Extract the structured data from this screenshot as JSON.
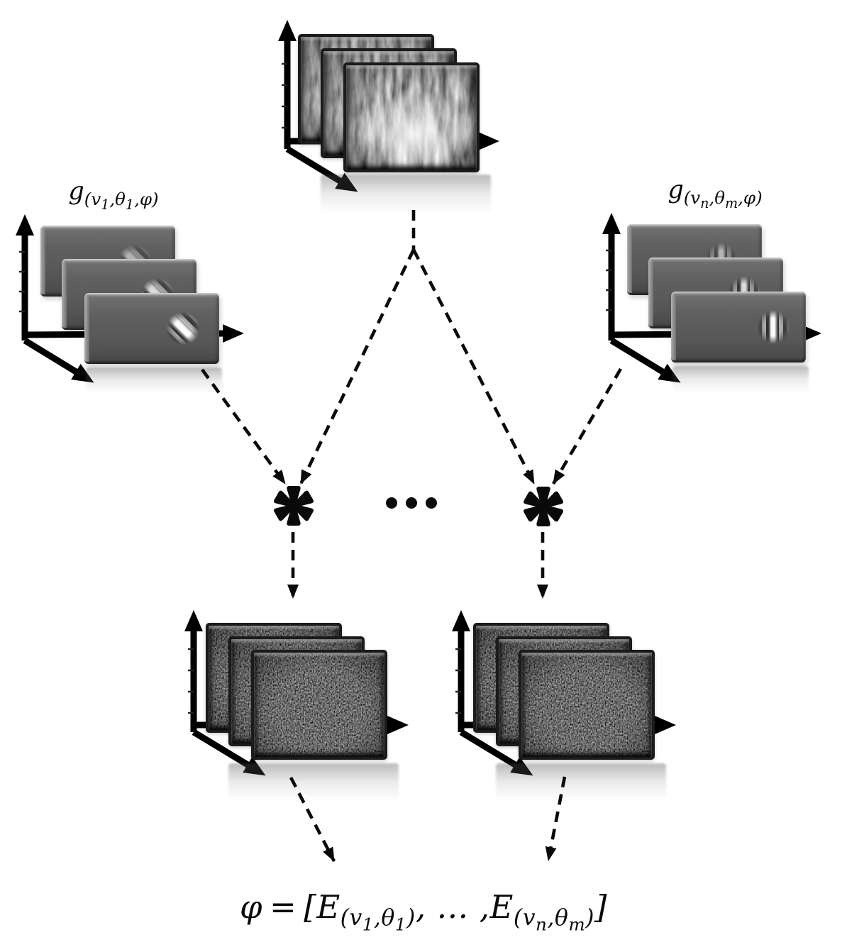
{
  "canvas": {
    "background": "#ffffff",
    "ink": "#0a0a0a"
  },
  "colors": {
    "panel_gray": "#5d5d5d",
    "frame_dark": "#161616",
    "arrow_black": "#000000"
  },
  "filters": {
    "left": {
      "base": "g",
      "sub_head": "(v",
      "sub_idx1": "1",
      "sub_mid": ",θ",
      "sub_idx2": "1",
      "sub_tail": ",φ)"
    },
    "right": {
      "base": "g",
      "sub_head": "(v",
      "sub_idx1": "n",
      "sub_mid": ",θ",
      "sub_idx2": "m",
      "sub_tail": ",φ)"
    }
  },
  "operators": {
    "convolution": "∗",
    "ellipsis": "⋯"
  },
  "icons": {
    "convolution-operator": "six-spoke heavy asterisk",
    "ellipsis-dots": "three round dots",
    "axis-arrow": "thick black arrow (x, y, t axes)",
    "dashed-arrow": "dashed black flow arrow"
  },
  "formula": {
    "lhs": "φ",
    "relation": "=",
    "open_bracket": "[",
    "term1": {
      "base": "E",
      "sub_head": "(v",
      "sub_idx1": "1",
      "sub_mid": ",θ",
      "sub_idx2": "1",
      "sub_tail": ")"
    },
    "separator": ", … ,",
    "term2": {
      "base": "E",
      "sub_head": "(v",
      "sub_idx1": "n",
      "sub_mid": ",θ",
      "sub_idx2": "m",
      "sub_tail": ")"
    },
    "close_bracket": "]"
  }
}
